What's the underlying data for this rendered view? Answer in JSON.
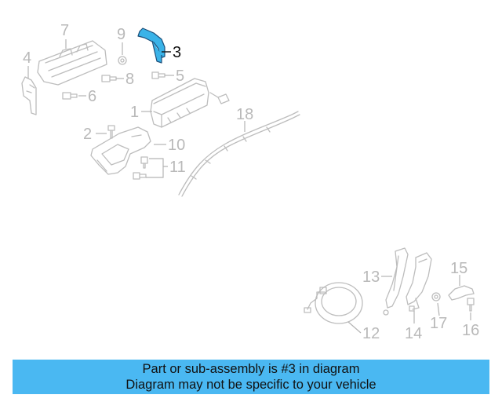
{
  "diagram": {
    "callouts": {
      "c1": "1",
      "c2": "2",
      "c3": "3",
      "c4": "4",
      "c5": "5",
      "c6": "6",
      "c7": "7",
      "c8": "8",
      "c9": "9",
      "c10": "10",
      "c11": "11",
      "c12": "12",
      "c13": "13",
      "c14": "14",
      "c15": "15",
      "c16": "16",
      "c17": "17",
      "c18": "18"
    },
    "highlighted_part": "3",
    "colors": {
      "highlight_fill": "#3ab3e8",
      "highlight_stroke": "#1d4f7a",
      "line_art": "#bdbdbd",
      "banner": "#4ab8f2"
    }
  },
  "banner": {
    "line1": "Part or sub-assembly is #3 in diagram",
    "line2": "Diagram may not be specific to your vehicle"
  }
}
